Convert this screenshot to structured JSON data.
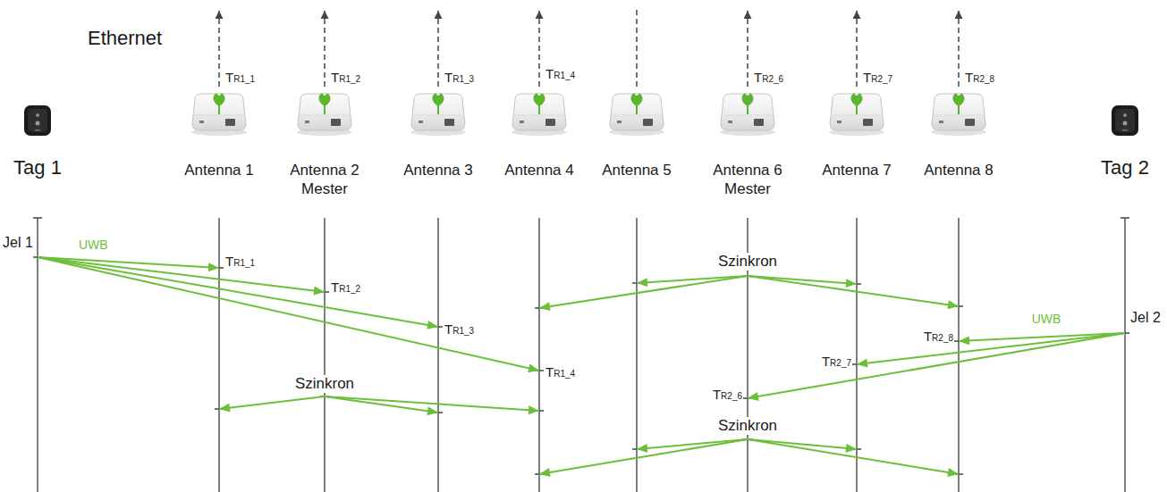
{
  "diagram": {
    "nodes": [
      {
        "text": [
          "Tag 1"
        ]
      },
      {
        "text": [
          "Antenna 1"
        ]
      },
      {
        "text": [
          "Antenna 2",
          "Mester"
        ]
      },
      {
        "text": [
          "Antenna 3"
        ]
      },
      {
        "text": [
          "Antenna 4"
        ]
      },
      {
        "text": [
          "Antenna 5"
        ]
      },
      {
        "text": [
          "Antenna 6",
          "Mester"
        ]
      },
      {
        "text": [
          "Antenna 7"
        ]
      },
      {
        "text": [
          "Antenna 8"
        ]
      },
      {
        "text": [
          "Tag 2"
        ]
      }
    ],
    "edges": [
      {
        "from": 0,
        "to": 1,
        "arrow": "to"
      },
      {
        "from": 0,
        "to": 2,
        "arrow": "to"
      },
      {
        "from": 0,
        "to": 3,
        "arrow": "to"
      },
      {
        "from": 0,
        "to": 4,
        "arrow": "to"
      },
      {
        "from": 6,
        "to": 5,
        "arrow": "to"
      },
      {
        "from": 6,
        "to": 4,
        "arrow": "to"
      },
      {
        "from": 6,
        "to": 7,
        "arrow": "to"
      },
      {
        "from": 6,
        "to": 8,
        "arrow": "to"
      },
      {
        "from": 9,
        "to": 8,
        "arrow": "to"
      },
      {
        "from": 9,
        "to": 7,
        "arrow": "to"
      },
      {
        "from": 9,
        "to": 6,
        "arrow": "to"
      },
      {
        "from": 2,
        "to": 1,
        "arrow": "to"
      },
      {
        "from": 2,
        "to": 3,
        "arrow": "to"
      },
      {
        "from": 2,
        "to": 4,
        "arrow": "to"
      },
      {
        "from": 6,
        "to": 5,
        "arrow": "to"
      },
      {
        "from": 6,
        "to": 4,
        "arrow": "to"
      },
      {
        "from": 6,
        "to": 7,
        "arrow": "to"
      },
      {
        "from": 6,
        "to": 8,
        "arrow": "to"
      }
    ],
    "labels": [
      "Ethernet",
      "TR1_1",
      "TR1_2",
      "TR1_3",
      "TR1_4",
      "TR2_6",
      "TR2_7",
      "TR2_8",
      "Jel 1",
      "UWB",
      "TR1_1",
      "TR1_2",
      "TR1_3",
      "TR1_4",
      "Szinkron",
      "Szinkron",
      "Jel 2",
      "UWB",
      "TR2_8",
      "TR2_7",
      "TR2_6",
      "Szinkron"
    ]
  }
}
